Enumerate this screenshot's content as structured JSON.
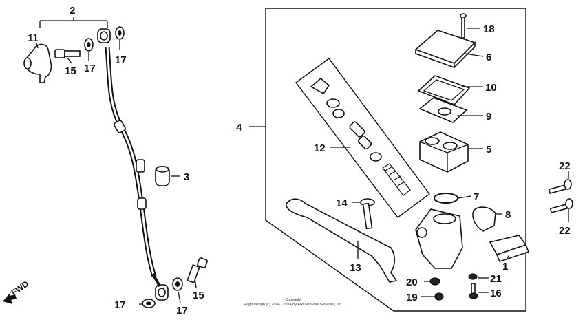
{
  "callouts": {
    "c1": "1",
    "c2": "2",
    "c3": "3",
    "c4": "4",
    "c5": "5",
    "c6": "6",
    "c7": "7",
    "c8": "8",
    "c9": "9",
    "c10": "10",
    "c11": "11",
    "c12": "12",
    "c13": "13",
    "c14": "14",
    "c15a": "15",
    "c15b": "15",
    "c16": "16",
    "c17a": "17",
    "c17b": "17",
    "c17c": "17",
    "c17d": "17",
    "c18": "18",
    "c19": "19",
    "c20": "20",
    "c21": "21",
    "c22a": "22",
    "c22b": "22"
  },
  "fwd_label": "FWD",
  "copyright": {
    "line1": "Copyright",
    "line2": "Page design (c) 2004 - 2014 by ARI Network Services, Inc."
  }
}
